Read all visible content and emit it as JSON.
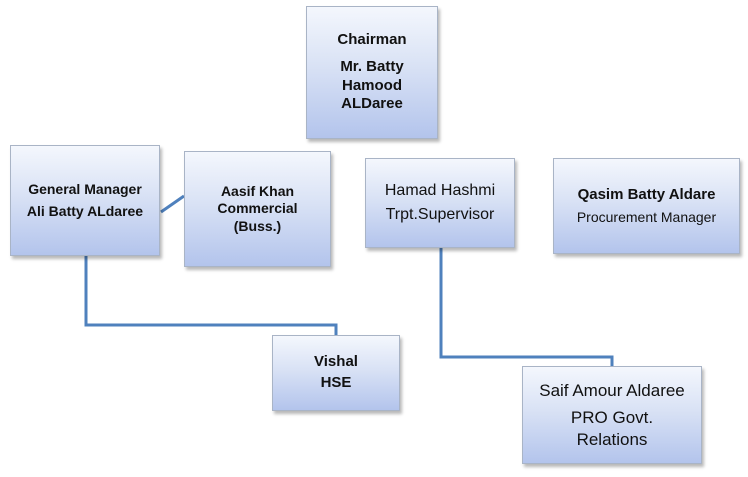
{
  "nodes": {
    "chairman": {
      "title": "Chairman",
      "name_line1": "Mr. Batty",
      "name_line2": "Hamood",
      "name_line3": "ALDaree"
    },
    "general_manager": {
      "title": "General Manager",
      "name": "Ali Batty ALdaree"
    },
    "aasif": {
      "line1": "Aasif Khan",
      "line2": "Commercial",
      "line3": "(Buss.)"
    },
    "hamad": {
      "line1": "Hamad Hashmi",
      "line2": "Trpt.Supervisor"
    },
    "qasim": {
      "name": "Qasim Batty Aldare",
      "title": "Procurement Manager"
    },
    "vishal": {
      "line1": "Vishal",
      "line2": "HSE"
    },
    "saif": {
      "line1": "Saif Amour Aldaree",
      "line2": "PRO Govt.",
      "line3": "Relations"
    }
  },
  "colors": {
    "connector": "#4f81bd",
    "node_border": "#a9b4c6"
  }
}
